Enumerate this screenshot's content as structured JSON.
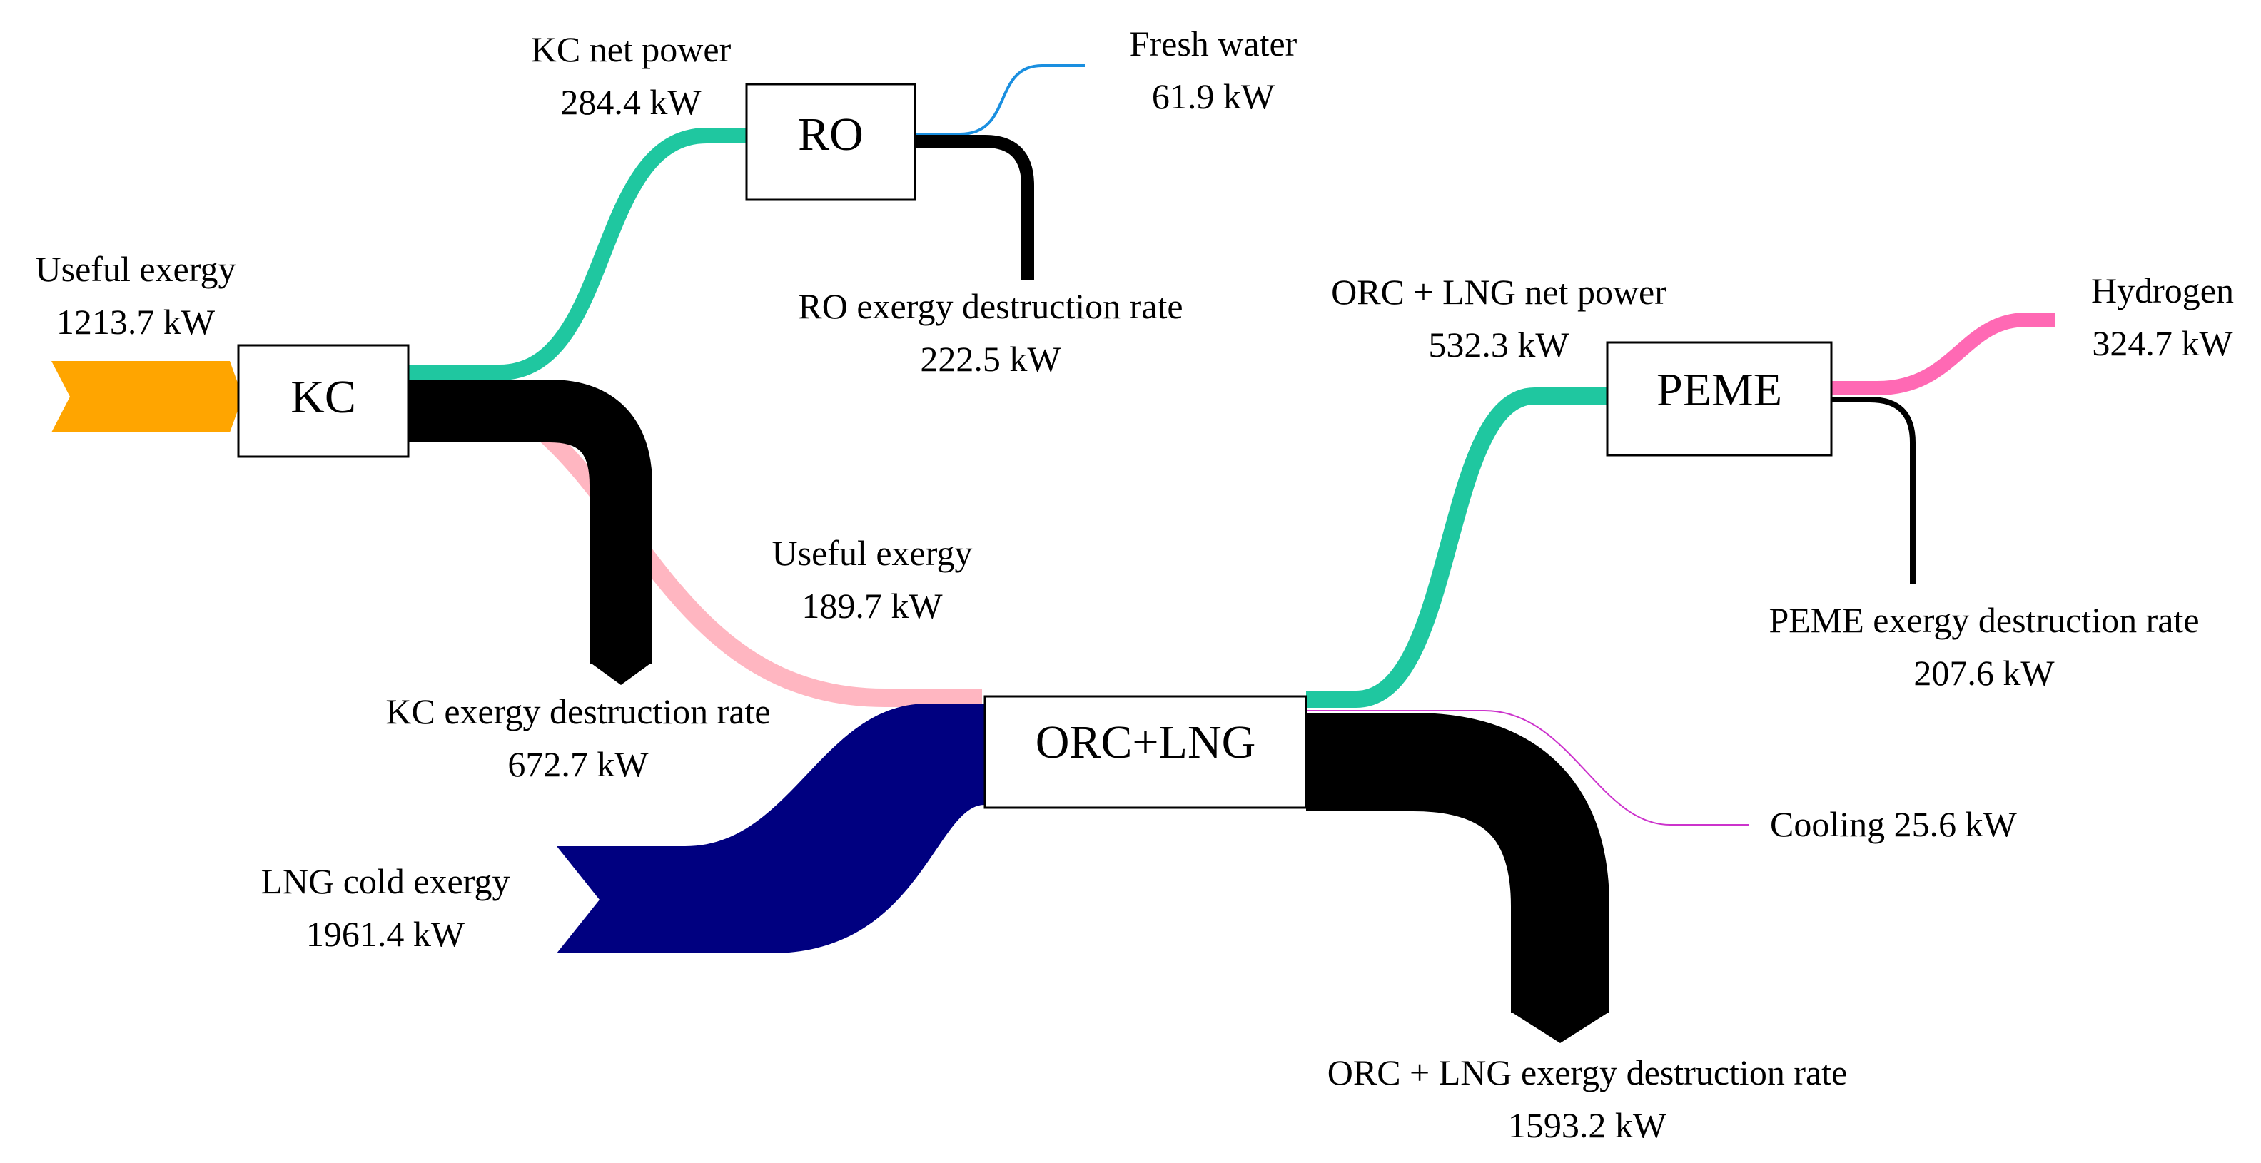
{
  "nodes": {
    "kc": "KC",
    "ro": "RO",
    "orc_lng": "ORC+LNG",
    "peme": "PEME"
  },
  "flows": {
    "kc_input": {
      "label": "Useful exergy",
      "value": "1213.7 kW",
      "color": "#ffa500"
    },
    "kc_net_power": {
      "label": "KC net power",
      "value": "284.4 kW",
      "color": "#1fc7a0"
    },
    "fresh_water": {
      "label": "Fresh water",
      "value": "61.9 kW",
      "color": "#1a8fe0"
    },
    "ro_destruction": {
      "label": "RO exergy destruction rate",
      "value": "222.5 kW",
      "color": "#000000"
    },
    "kc_useful_exergy": {
      "label": "Useful exergy",
      "value": "189.7 kW",
      "color": "#ffb6c1"
    },
    "kc_destruction": {
      "label": "KC exergy destruction rate",
      "value": "672.7 kW",
      "color": "#000000"
    },
    "lng_cold": {
      "label": "LNG cold exergy",
      "value": "1961.4 kW",
      "color": "#000080"
    },
    "orc_net_power": {
      "label": "ORC + LNG net power",
      "value": "532.3 kW",
      "color": "#1fc7a0"
    },
    "hydrogen": {
      "label": "Hydrogen",
      "value": "324.7 kW",
      "color": "#ff69b4"
    },
    "peme_destruction": {
      "label": "PEME exergy destruction rate",
      "value": "207.6 kW",
      "color": "#000000"
    },
    "cooling": {
      "label": "Cooling 25.6 kW",
      "color": "#cc33cc"
    },
    "orc_destruction": {
      "label": "ORC + LNG exergy destruction rate",
      "value": "1593.2 kW",
      "color": "#000000"
    }
  }
}
